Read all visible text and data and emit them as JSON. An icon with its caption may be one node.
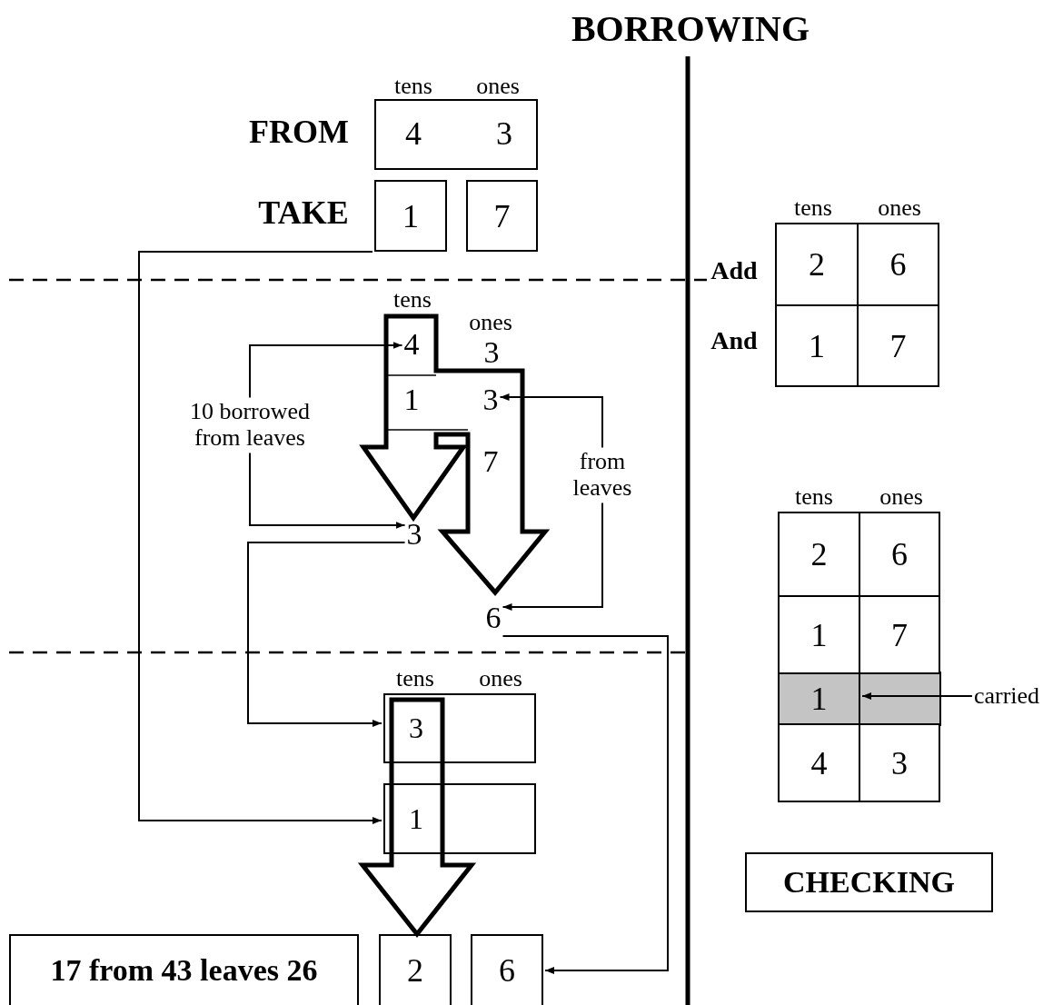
{
  "diagram": {
    "title": "BORROWING",
    "nodes": [
      {
        "text": [
          "4",
          "3"
        ],
        "beside": [
          "tens",
          "ones"
        ]
      },
      {
        "text": [
          "1"
        ]
      },
      {
        "text": [
          "7"
        ]
      },
      {
        "text": [
          "2"
        ]
      },
      {
        "text": [
          "6"
        ]
      },
      {
        "text": [
          "1"
        ]
      },
      {
        "text": [
          "7"
        ]
      },
      {
        "text": [
          "4"
        ]
      },
      {
        "text": [
          "10 borrowed from leaves"
        ]
      },
      {
        "text": [
          "3"
        ]
      },
      {
        "text": [
          "from leaves"
        ]
      },
      {
        "text": [
          "3"
        ]
      },
      {
        "text": [
          "6"
        ]
      },
      {
        "text": [
          "3"
        ],
        "beside": [
          "tens",
          "ones"
        ]
      },
      {
        "text": [
          "2"
        ]
      },
      {
        "text": [
          "6"
        ]
      },
      {
        "text": [
          "1"
        ]
      },
      {
        "text": [
          "7"
        ]
      },
      {
        "text": [
          "1"
        ]
      },
      {
        "text": [
          "carried"
        ]
      },
      {
        "text": [
          "4"
        ]
      },
      {
        "text": [
          "3"
        ]
      },
      {
        "text": [
          "1"
        ]
      },
      {
        "text": [
          "CHECKING"
        ]
      },
      {
        "text": [
          "17 from 43 leaves 26"
        ]
      },
      {
        "text": [
          "2"
        ]
      },
      {
        "text": [
          "6"
        ]
      }
    ],
    "edges": [
      {
        "from": 1,
        "to": 22,
        "arrow": "to"
      },
      {
        "from": 8,
        "to": 7,
        "arrow": "to"
      },
      {
        "from": 8,
        "to": 11,
        "arrow": "to"
      },
      {
        "from": 10,
        "to": 9,
        "arrow": "to"
      },
      {
        "from": 10,
        "to": 12,
        "arrow": "to"
      },
      {
        "from": 11,
        "to": 13,
        "arrow": "to"
      },
      {
        "from": 12,
        "to": 26,
        "arrow": "to"
      },
      {
        "from": 19,
        "to": 18,
        "arrow": "to"
      },
      {
        "from": 13,
        "to": 25,
        "arrow": "to",
        "style": "thick"
      }
    ],
    "labels": [
      "FROM",
      "TAKE",
      "tens",
      "ones",
      "Add",
      "And",
      "tens",
      "ones",
      "3",
      "1",
      "7",
      "tens",
      "ones"
    ]
  }
}
